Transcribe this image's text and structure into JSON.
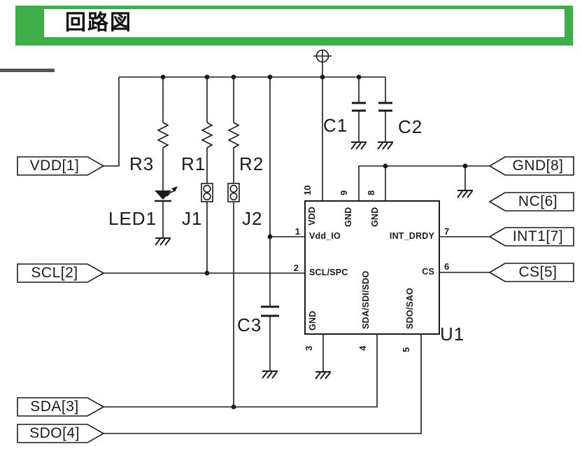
{
  "header": {
    "title": "回路図"
  },
  "colors": {
    "accent_green": "#3fae49",
    "slate_rule": "#4b595e",
    "ink": "#1b1b1b"
  },
  "nets": {
    "left": [
      {
        "label": "VDD[1]"
      },
      {
        "label": "SCL[2]"
      },
      {
        "label": "SDA[3]"
      },
      {
        "label": "SDO[4]"
      }
    ],
    "right": [
      {
        "label": "GND[8]"
      },
      {
        "label": "NC[6]"
      },
      {
        "label": "INT1[7]"
      },
      {
        "label": "CS[5]"
      }
    ]
  },
  "components": {
    "r3": {
      "label": "R3"
    },
    "r1": {
      "label": "R1"
    },
    "r2": {
      "label": "R2"
    },
    "led1": {
      "label": "LED1"
    },
    "j1": {
      "label": "J1"
    },
    "j2": {
      "label": "J2"
    },
    "c1": {
      "label": "C1"
    },
    "c2": {
      "label": "C2"
    },
    "c3": {
      "label": "C3"
    }
  },
  "ic": {
    "refdes": "U1",
    "left_pins": [
      {
        "num": "1",
        "name": "Vdd_IO"
      },
      {
        "num": "2",
        "name": "SCL/SPC"
      }
    ],
    "right_pins": [
      {
        "num": "7",
        "name": "INT_DRDY"
      },
      {
        "num": "6",
        "name": "CS"
      }
    ],
    "top_pins": [
      {
        "num": "10",
        "name": "VDD"
      },
      {
        "num": "9",
        "name": "GND"
      },
      {
        "num": "8",
        "name": "GND"
      }
    ],
    "bottom_pins": [
      {
        "num": "3",
        "name": "GND"
      },
      {
        "num": "4",
        "name": "SDA/SDI/SDO"
      },
      {
        "num": "5",
        "name": "SDO/SAO"
      }
    ]
  }
}
